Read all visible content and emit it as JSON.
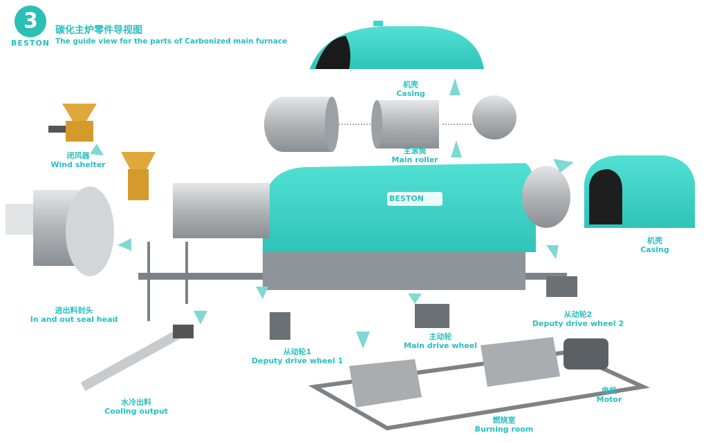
{
  "logo": {
    "text": "BESTON",
    "color": "#2bbfb6"
  },
  "header": {
    "title_zh": "碳化主炉零件导视图",
    "title_en": "The guide view for the parts of Carbonized main furnace"
  },
  "furnace_badge": "BESTON",
  "colors": {
    "accent": "#27bfbf",
    "casing": "#3dd6c9",
    "metal": "#b8bcbf",
    "frame": "#7d8286",
    "hopper": "#e0a83a"
  },
  "parts": [
    {
      "zh": "机壳",
      "en": "Casing"
    },
    {
      "zh": "主滚筒",
      "en": "Main roller"
    },
    {
      "zh": "闭风器",
      "en": "Wind shelter"
    },
    {
      "zh": "机壳",
      "en": "Casing"
    },
    {
      "zh": "进出料封头",
      "en": "In and out seal head"
    },
    {
      "zh": "从动轮1",
      "en": "Deputy drive wheel 1"
    },
    {
      "zh": "主动轮",
      "en": "Main drive wheel"
    },
    {
      "zh": "从动轮2",
      "en": "Deputy drive wheel 2"
    },
    {
      "zh": "水冷出料",
      "en": "Cooling output"
    },
    {
      "zh": "燃烧室",
      "en": "Burning room"
    },
    {
      "zh": "电机",
      "en": "Motor"
    }
  ]
}
